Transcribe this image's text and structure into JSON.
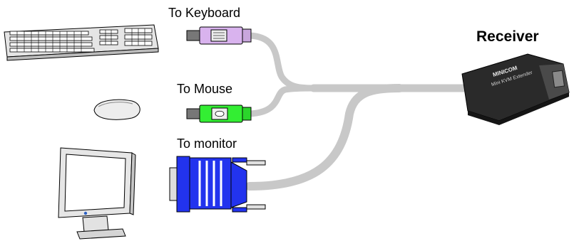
{
  "labels": {
    "keyboard": "To Keyboard",
    "mouse": "To Mouse",
    "monitor": "To monitor",
    "receiver": "Receiver"
  },
  "receiver_device": {
    "brand": "MINICOM",
    "model": "Mini KVM Extender"
  },
  "colors": {
    "cable": "#c8c8c8",
    "keyboard_plug": "#d9b3ee",
    "mouse_plug": "#33ee33",
    "vga_plug": "#2233ee",
    "receiver_body": "#2a2a2a"
  }
}
